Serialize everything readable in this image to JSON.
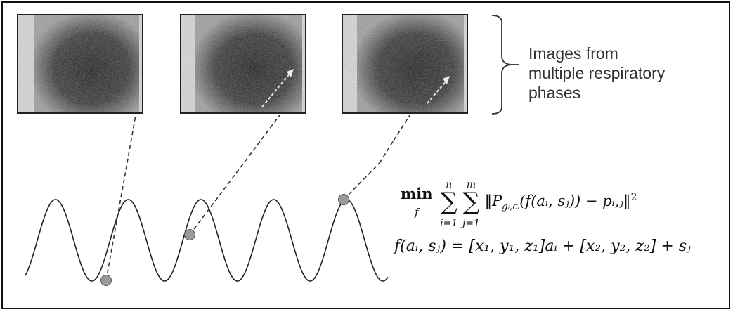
{
  "figure": {
    "caption": "Images from\nmultiple respiratory\nphases",
    "equations": {
      "objective": "min_f Σ_{i=1}^{n} Σ_{j=1}^{m} ‖ P_{g_i,c_i}( f(a_i, s_j) ) − p_{i,j} ‖²",
      "objective_display": {
        "min_word": "min",
        "min_sub": "f",
        "sum1_top": "n",
        "sum1_bottom": "i=1",
        "sum2_top": "m",
        "sum2_bottom": "j=1",
        "body": "‖P",
        "proj_sub": "gᵢ,cᵢ",
        "inner": "(f(aᵢ, sⱼ)) − pᵢ,ⱼ‖",
        "power": "2"
      },
      "model": "f(aᵢ, sⱼ) = [x₁, y₁, z₁]aᵢ + [x₂, y₂, z₂] + sⱼ"
    },
    "images": [
      {
        "name": "respiratory-phase-image-1",
        "has_arrow": false
      },
      {
        "name": "respiratory-phase-image-2",
        "has_arrow": true
      },
      {
        "name": "respiratory-phase-image-3",
        "has_arrow": true
      }
    ],
    "colors": {
      "marker": "#9a9a9a",
      "line": "#222222"
    }
  }
}
